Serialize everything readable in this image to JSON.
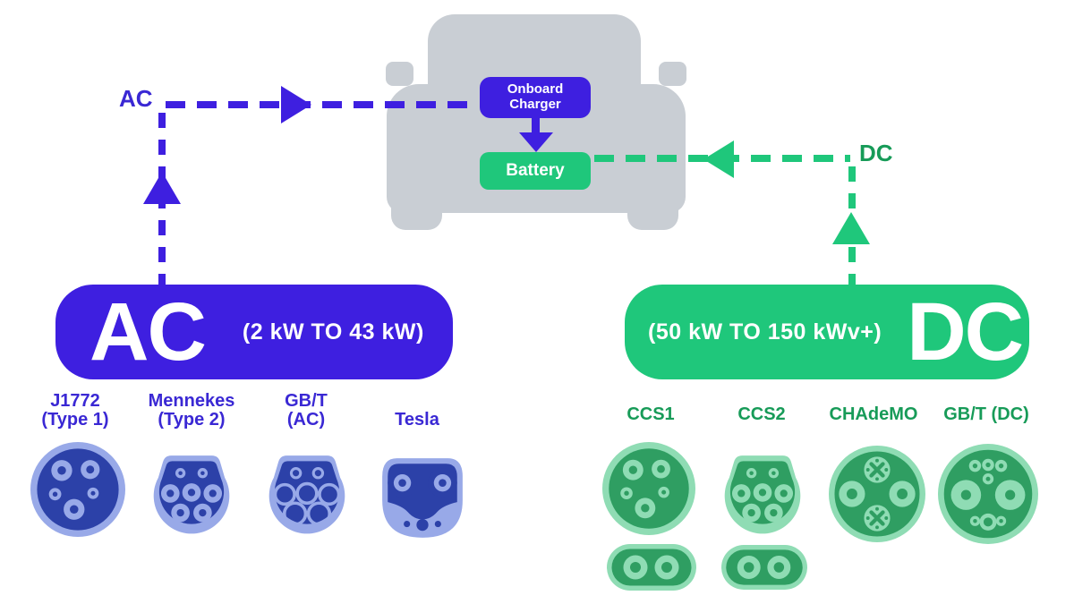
{
  "palette": {
    "blue": "#3e1fe0",
    "blue-text": "#3a28d4",
    "blue-light": "#98a9e8",
    "blue-deep": "#2c41a8",
    "green": "#1fc77b",
    "green-text": "#179b58",
    "green-light": "#8fdcb4",
    "green-deep": "#2f9e62",
    "car-gray": "#c9ced4"
  },
  "car": {
    "onboard_charger_label": "Onboard Charger",
    "battery_label": "Battery"
  },
  "flow": {
    "ac_label": "AC",
    "dc_label": "DC"
  },
  "ac_panel": {
    "title": "AC",
    "power_range": "(2 kW TO 43 kW)"
  },
  "dc_panel": {
    "title": "DC",
    "power_range": "(50 kW TO 150 kWv+)"
  },
  "ac_connectors": [
    {
      "name": "J1772",
      "sub": "(Type 1)",
      "icon": "j1772-connector-icon"
    },
    {
      "name": "Mennekes",
      "sub": "(Type 2)",
      "icon": "mennekes-connector-icon"
    },
    {
      "name": "GB/T",
      "sub": "(AC)",
      "icon": "gbt-ac-connector-icon"
    },
    {
      "name": "Tesla",
      "sub": "",
      "icon": "tesla-connector-icon"
    }
  ],
  "dc_connectors": [
    {
      "name": "CCS1",
      "icon": "ccs1-connector-icon"
    },
    {
      "name": "CCS2",
      "icon": "ccs2-connector-icon"
    },
    {
      "name": "CHAdeMO",
      "icon": "chademo-connector-icon"
    },
    {
      "name": "GB/T (DC)",
      "icon": "gbt-dc-connector-icon"
    }
  ]
}
